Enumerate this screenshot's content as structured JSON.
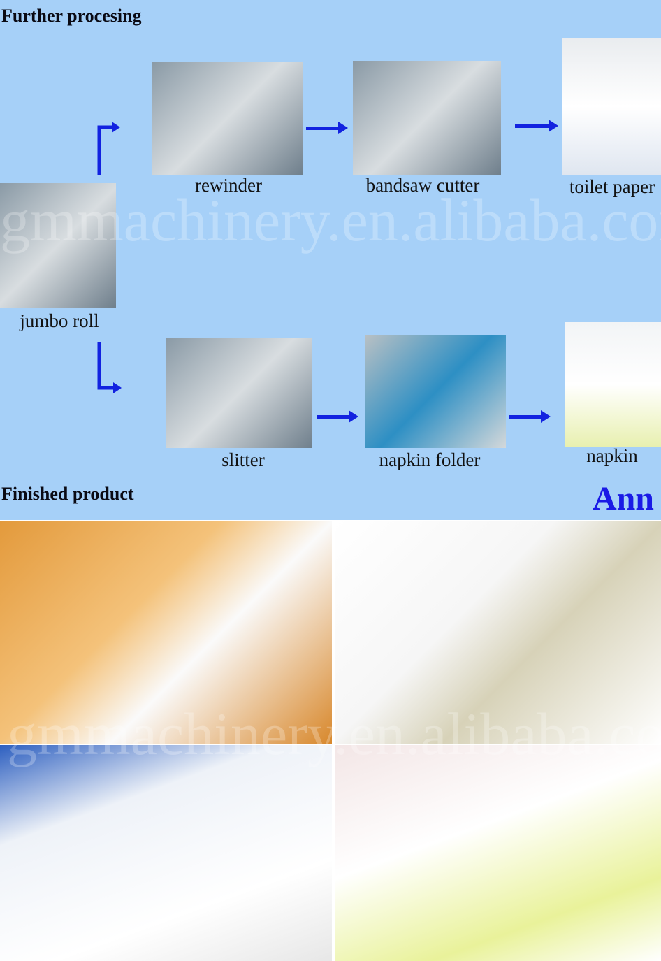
{
  "headings": {
    "further": "Further procesing",
    "finished": "Finished product"
  },
  "steps": {
    "jumbo": "jumbo roll",
    "rewinder": "rewinder",
    "bandsaw": "bandsaw cutter",
    "toilet": "toilet paper",
    "slitter": "slitter",
    "napkin_folder": "napkin folder",
    "napkin": "napkin"
  },
  "signature": "Ann",
  "watermark": "gmmachinery.en.alibaba.com",
  "colors": {
    "background": "#a6d0f8",
    "arrow": "#1222e0",
    "signature": "#1a1ae6"
  }
}
